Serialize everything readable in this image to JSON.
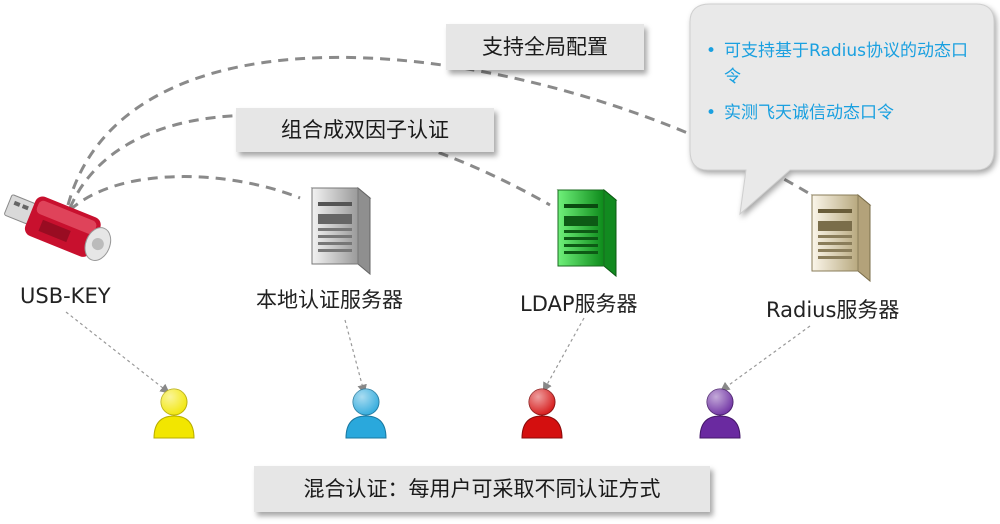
{
  "labels": {
    "usb_key": "USB-KEY",
    "local_server": "本地认证服务器",
    "ldap_server": "LDAP服务器",
    "radius_server": "Radius服务器"
  },
  "banners": {
    "global_config": "支持全局配置",
    "two_factor": "组合成双因子认证",
    "mixed_auth": "混合认证：每用户可采取不同认证方式"
  },
  "callout": {
    "items": [
      "可支持基于Radius协议的动态口令",
      "实测飞天诚信动态口令"
    ]
  },
  "colors": {
    "server_local": "#c8c8c8",
    "server_ldap": "#2ecc40",
    "server_radius": "#e6dcc2",
    "user_1": "#f2e600",
    "user_2": "#2aa8dc",
    "user_3": "#d40f0f",
    "user_4": "#6a2aa0",
    "callout_text": "#1aa0e0",
    "usb_body": "#c8102e"
  },
  "icons": [
    "usb-key-icon",
    "server-icon",
    "user-icon"
  ]
}
